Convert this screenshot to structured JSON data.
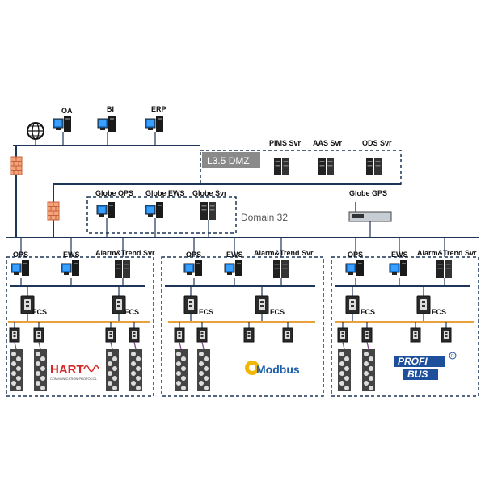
{
  "top_labels": {
    "oa": "OA",
    "bi": "BI",
    "erp": "ERP"
  },
  "dmz": {
    "title": "L3.5  DMZ",
    "servers": [
      "PIMS Svr",
      "AAS Svr",
      "ODS Svr"
    ]
  },
  "globe": {
    "ops": "Globe OPS",
    "ews": "Globe EWS",
    "svr": "Globe Svr",
    "gps": "Globe GPS"
  },
  "domain_label": "Domain 32",
  "domains": [
    {
      "ops": "OPS",
      "ews": "EWS",
      "alarm": "Alarm&Trend Svr",
      "fcs": [
        "FCS",
        "FCS"
      ],
      "protocol": "HART"
    },
    {
      "ops": "OPS",
      "ews": "EWS",
      "alarm": "Alarm&Trend Svr",
      "fcs": [
        "FCS",
        "FCS"
      ],
      "protocol": "Modbus"
    },
    {
      "ops": "OPS",
      "ews": "EWS",
      "alarm": "Alarm&Trend Svr",
      "fcs": [
        "FCS",
        "FCS"
      ],
      "protocol": "PROFIBUS"
    }
  ],
  "logos": {
    "hart_main": "HART",
    "hart_sub": "COMMUNICATION PROTOCOL",
    "modbus": "Modbus",
    "profi_top": "PROFI",
    "profi_bottom": "BUS"
  },
  "colors": {
    "bus": "#1d3557",
    "fieldbus": "#e9a23b",
    "hart_red": "#d62828",
    "modbus_yellow": "#f2b705",
    "modbus_blue": "#1d5fa8",
    "profibus_blue": "#1d4f9c"
  }
}
